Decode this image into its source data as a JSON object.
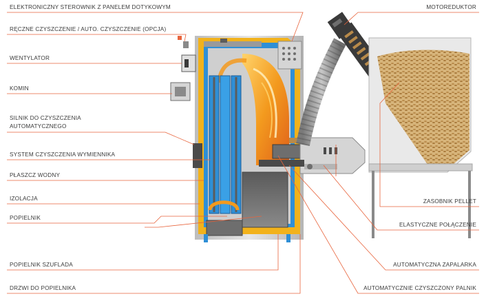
{
  "labels": {
    "sterownik": "ELEKTRONICZNY STEROWNIK Z PANELEM DOTYKOWYM",
    "czyszczenie": "RĘCZNE CZYSZCZENIE / AUTO. CZYSZCZENIE (OPCJA)",
    "wentylator": "WENTYLATOR",
    "komin": "KOMIN",
    "silnik_1": "SILNIK DO CZYSZCZENIA",
    "silnik_2": "AUTOMATYCZNEGO",
    "system": "SYSTEM CZYSZCZENIA WYMIENNIKA",
    "plaszcz": "PŁASZCZ WODNY",
    "izolacja": "IZOLACJA",
    "popielnik": "POPIELNIK",
    "popielnik_szuflada": "POPIELNIK SZUFLADA",
    "drzwi": "DRZWI DO POPIELNIKA",
    "motoreduktor": "MOTOREDUKTOR",
    "zasobnik": "ZASOBNIK PELLET",
    "polaczenie": "ELASTYCZNE POŁĄCZENIE",
    "zapalarka": "AUTOMATYCZNA ZAPALARKA",
    "palnik": "AUTOMATYCZNIE CZYSZCZONY PALNIK"
  },
  "colors": {
    "leader": "#e8643c",
    "jacket": "#f2b21b",
    "water": "#2f8fd6",
    "fire": "#f39a1e",
    "casing": "#c9c9c9",
    "pellet": "#c9a56a",
    "text": "#3a3a3a"
  }
}
